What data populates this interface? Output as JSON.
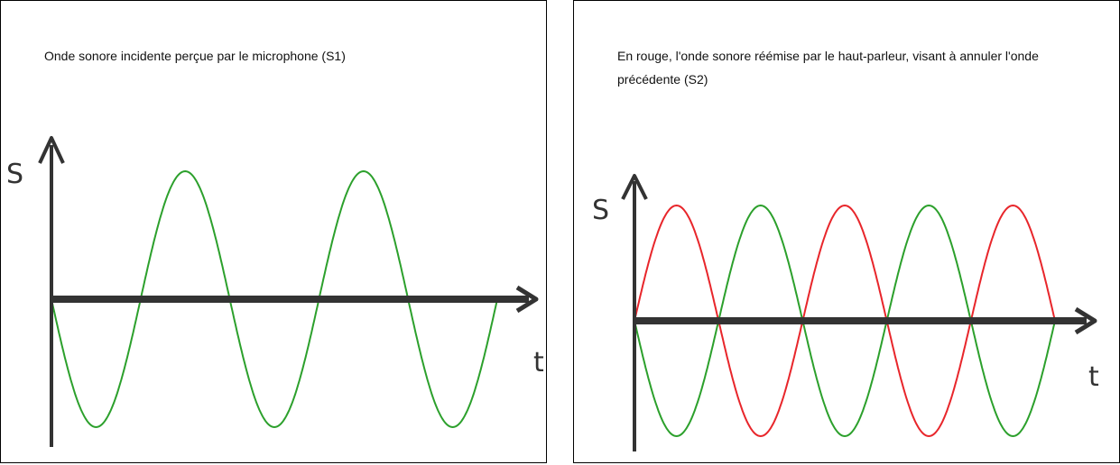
{
  "panels": [
    {
      "caption": "Onde sonore incidente perçue par le microphone (S1)",
      "y_axis_label": "S",
      "x_axis_label": "t"
    },
    {
      "caption": "En rouge, l'onde sonore réémise par le haut-parleur, visant à annuler l'onde précédente (S2)",
      "y_axis_label": "S",
      "x_axis_label": "t"
    }
  ],
  "colors": {
    "incident_wave": "#2ca02c",
    "emitted_wave": "#e8262b",
    "axis": "#333333"
  },
  "chart_data": [
    {
      "type": "line",
      "series": [
        {
          "color": "#2ca02c",
          "function": "-sin",
          "periods": 2.5,
          "amplitude": 1
        }
      ],
      "xlabel": "t",
      "ylabel": "S"
    },
    {
      "type": "line",
      "series": [
        {
          "color": "#e8262b",
          "function": "sin",
          "periods": 2.5,
          "amplitude": 1
        },
        {
          "color": "#2ca02c",
          "function": "-sin",
          "periods": 2.5,
          "amplitude": 1
        }
      ],
      "xlabel": "t",
      "ylabel": "S"
    }
  ]
}
